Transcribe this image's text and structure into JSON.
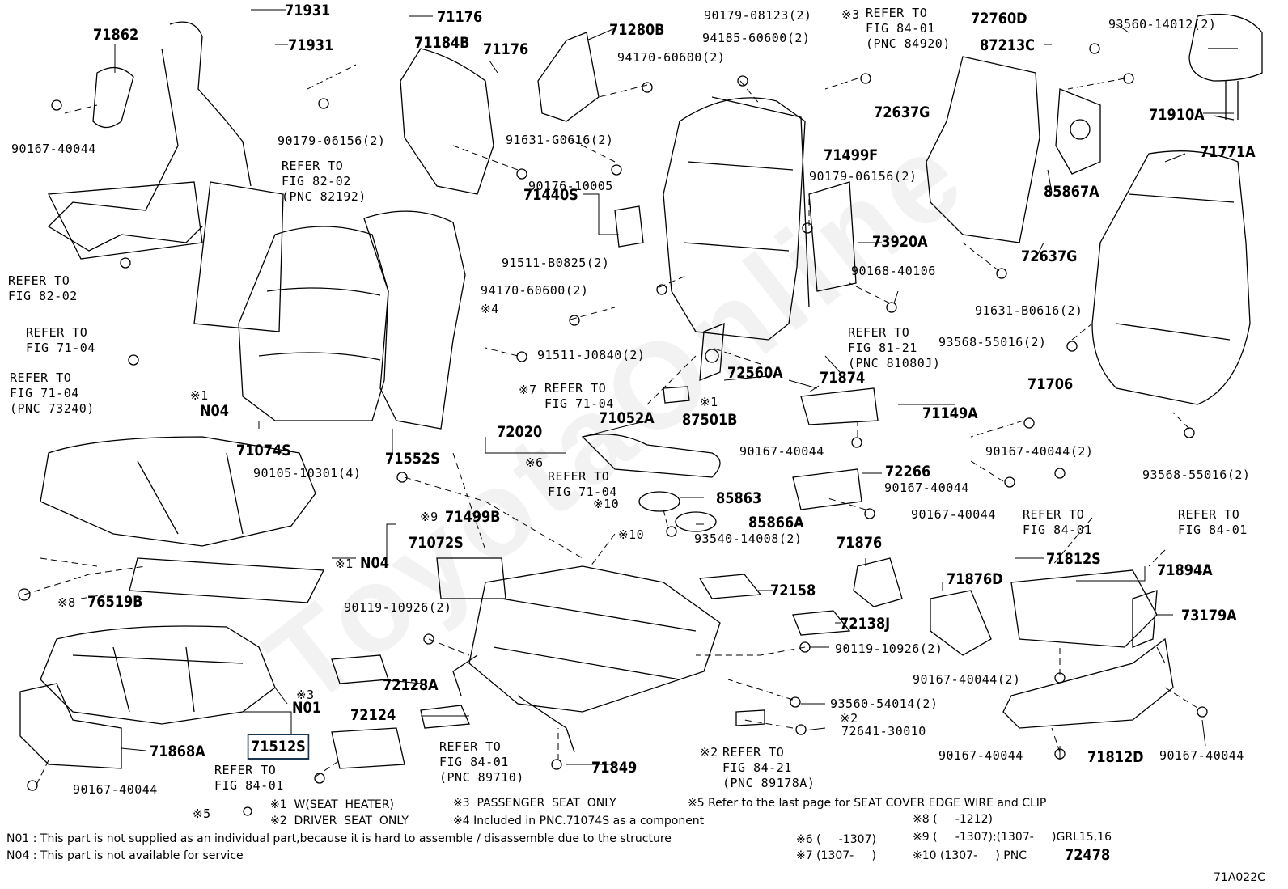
{
  "diagram_id": "71A022C",
  "watermark": "ToyotaOnline",
  "parts": {
    "p71862": "71862",
    "p71931a": "71931",
    "p71931b": "71931",
    "p71176a": "71176",
    "p71184B": "71184B",
    "p71176b": "71176",
    "p71280B": "71280B",
    "p90179_08123": "90179-08123(2)",
    "p94185": "94185-60600(2)",
    "p72760D": "72760D",
    "p87213C": "87213C",
    "p93560_14012": "93560-14012(2)",
    "p94170a": "94170-60600(2)",
    "p90179_06156a": "90179-06156(2)",
    "p90167_40044a": "90167-40044",
    "p91631_G0616": "91631-G0616(2)",
    "p72637Ga": "72637G",
    "p71910A": "71910A",
    "p71499F": "71499F",
    "p90179_06156b": "90179-06156(2)",
    "p90176": "90176-10005",
    "p71771A": "71771A",
    "p85867A": "85867A",
    "p71440S": "71440S",
    "p73920A": "73920A",
    "p72637Gb": "72637G",
    "p91511_B0825": "91511-B0825(2)",
    "p90168": "90168-40106",
    "p91631_B0616": "91631-B0616(2)",
    "p94170b": "94170-60600(2)",
    "p93568a": "93568-55016(2)",
    "p91511_J0840": "91511-J0840(2)",
    "p72560A": "72560A",
    "p71874": "71874",
    "p71706": "71706",
    "p87501B": "87501B",
    "pN04a": "N04",
    "p71074S": "71074S",
    "p71552S": "71552S",
    "p72020": "72020",
    "p71052A": "71052A",
    "p71149A": "71149A",
    "p90167_40044b": "90167-40044",
    "p90167_40044c": "90167-40044(2)",
    "p93568b": "93568-55016(2)",
    "p90105": "90105-10301(4)",
    "p72266": "72266",
    "p90167_40044d": "90167-40044",
    "p85863": "85863",
    "p71499B": "71499B",
    "p90167_40044e": "90167-40044",
    "p85866A": "85866A",
    "p71072S": "71072S",
    "p93540": "93540-14008(2)",
    "p71876": "71876",
    "pN04b": "N04",
    "p71812Sa": "71812S",
    "p71894A": "71894A",
    "p76519B": "76519B",
    "p72158": "72158",
    "p71876D": "71876D",
    "p90119a": "90119-10926(2)",
    "p72138J": "72138J",
    "p73179A": "73179A",
    "p90119b": "90119-10926(2)",
    "p72128A": "72128A",
    "p90167_40044f": "90167-40044(2)",
    "pN01": "N01",
    "p93560_54014": "93560-54014(2)",
    "p72124": "72124",
    "p72641": "72641-30010",
    "p71868A": "71868A",
    "p71512S": "71512S",
    "p90167_40044g": "90167-40044",
    "p71812D": "71812D",
    "p90167_40044h": "90167-40044",
    "p71849": "71849",
    "p90167_40044i": "90167-40044"
  },
  "refs": {
    "r1": "REFER TO\nFIG 82-02\n(PNC 82192)",
    "r2": "REFER TO\nFIG 82-02",
    "r3": "REFER TO\nFIG 71-04",
    "r4": "REFER TO\nFIG 71-04\n(PNC 73240)",
    "r5": "REFER TO\nFIG 84-01\n(PNC 84920)",
    "r6": "REFER TO\nFIG 81-21\n(PNC 81080J)",
    "r7": "REFER TO\nFIG 71-04",
    "r8": "REFER TO\nFIG 71-04",
    "r9": "REFER TO\nFIG 84-01",
    "r10": "REFER TO\nFIG 84-01",
    "r11": "REFER TO\nFIG 84-01\n(PNC 89710)",
    "r12": "REFER TO\nFIG 84-01",
    "r13": "REFER TO\nFIG 84-21\n(PNC 89178A)"
  },
  "marks": {
    "m3": "※3",
    "m4": "※4",
    "m7": "※7",
    "m1a": "※1",
    "m1b": "※1",
    "m1c": "※1",
    "m6": "※6",
    "m9": "※9",
    "m10a": "※10",
    "m10b": "※10",
    "m8": "※8",
    "m3b": "※3",
    "m2a": "※2",
    "m2b": "※2",
    "m5": "※5"
  },
  "legend": {
    "l1": "※1  W(SEAT  HEATER)",
    "l2": "※2  DRIVER  SEAT  ONLY",
    "l3": "※3  PASSENGER  SEAT  ONLY",
    "l4": "※4 Included in PNC.71074S as a component",
    "l5": "※5 Refer to the last page for SEAT COVER EDGE WIRE and CLIP",
    "l6": "※6 (     -1307)",
    "l7": "※7 (1307-     )",
    "l8": "※8 (     -1212)",
    "l9": "※9 (     -1307);(1307-     )GRL15,16",
    "l10a": "※10 (1307-     ) PNC",
    "l10b": "72478",
    "n01": "N01 : This part is not supplied as an individual part,because it is hard to assemble / disassemble due to the structure",
    "n04": "N04 : This part is not available for service"
  }
}
